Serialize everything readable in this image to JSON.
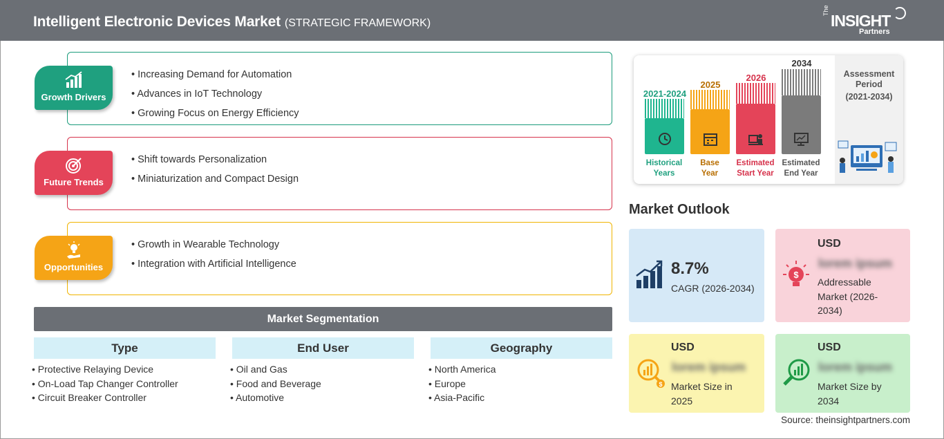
{
  "header": {
    "title": "Intelligent Electronic Devices Market",
    "subtitle": "(STRATEGIC FRAMEWORK)",
    "logo": {
      "the": "The",
      "main": "INSIGHT",
      "partners": "Partners"
    }
  },
  "framework": {
    "growth_drivers": {
      "label": "Growth Drivers",
      "color": "#1fa07f",
      "items": [
        "Increasing Demand for Automation",
        "Advances in IoT Technology",
        "Growing Focus on Energy Efficiency"
      ]
    },
    "future_trends": {
      "label": "Future Trends",
      "color": "#e44459",
      "items": [
        "Shift towards Personalization",
        "Miniaturization and Compact Design"
      ]
    },
    "opportunities": {
      "label": "Opportunities",
      "color": "#f5a416",
      "items": [
        "Growth in Wearable Technology",
        "Integration with Artificial Intelligence"
      ]
    }
  },
  "segmentation": {
    "title": "Market Segmentation",
    "type": {
      "heading": "Type",
      "items": [
        "Protective Relaying Device",
        "On-Load Tap Changer Controller",
        "Circuit Breaker Controller"
      ]
    },
    "end_user": {
      "heading": "End User",
      "items": [
        "Oil and Gas",
        "Food and Beverage",
        "Automotive"
      ]
    },
    "geography": {
      "heading": "Geography",
      "items": [
        "North America",
        "Europe",
        "Asia-Pacific"
      ]
    }
  },
  "assessment": {
    "title": "Assessment Period",
    "range": "(2021-2034)",
    "columns": [
      {
        "year": "2021-2024",
        "label1": "Historical",
        "label2": "Years",
        "color": "#1fb58f"
      },
      {
        "year": "2025",
        "label1": "Base",
        "label2": "Year",
        "color": "#f5a416"
      },
      {
        "year": "2026",
        "label1": "Estimated",
        "label2": "Start Year",
        "color": "#e44459"
      },
      {
        "year": "2034",
        "label1": "Estimated",
        "label2": "End Year",
        "color": "#7b7b7b"
      }
    ]
  },
  "outlook": {
    "title": "Market Outlook",
    "cagr": {
      "value": "8.7%",
      "label": "CAGR (2026-2034)"
    },
    "addressable": {
      "currency": "USD",
      "value": "lorem ipsum",
      "label1": "Addressable",
      "label2": "Market (2026-",
      "label3": "2034)"
    },
    "size_2025": {
      "currency": "USD",
      "value": "lorem ipsum",
      "label1": "Market Size in",
      "label2": "2025"
    },
    "size_2034": {
      "currency": "USD",
      "value": "lorem ipsum",
      "label1": "Market Size by",
      "label2": "2034"
    }
  },
  "source": "Source: theinsightpartners.com"
}
